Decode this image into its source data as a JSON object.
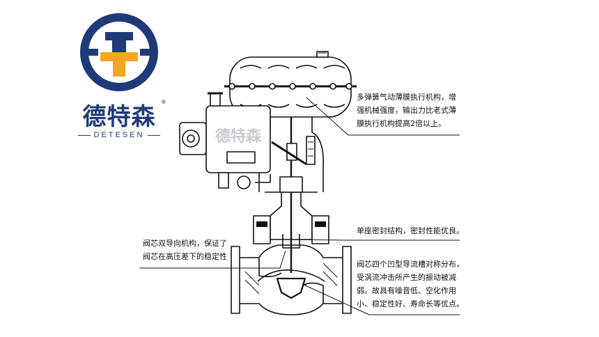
{
  "logo": {
    "name_cn": "德特森",
    "name_en": "DETESEN",
    "registered_mark": "®",
    "colors": {
      "primary": "#1f3a78",
      "accent": "#f5a623"
    }
  },
  "diagram": {
    "watermark": "德特森",
    "annotations": {
      "actuator": [
        "多弹簧气动薄膜执行机构，增",
        "强机械强度，输出力比老式薄",
        "膜执行机构提高2倍以上。"
      ],
      "guide": [
        "阀芯双导向机构，保证了",
        "阀芯在高压差下的稳定性"
      ],
      "seal": [
        "单座密封结构，密封性能优良。"
      ],
      "core": [
        "阀芯四个凹型导流槽对称分布，",
        "受涡流冲击所产生的振动被减",
        "弱。故具有噪音低、空化作用",
        "小、稳定性好、寿命长等优点。"
      ]
    }
  }
}
